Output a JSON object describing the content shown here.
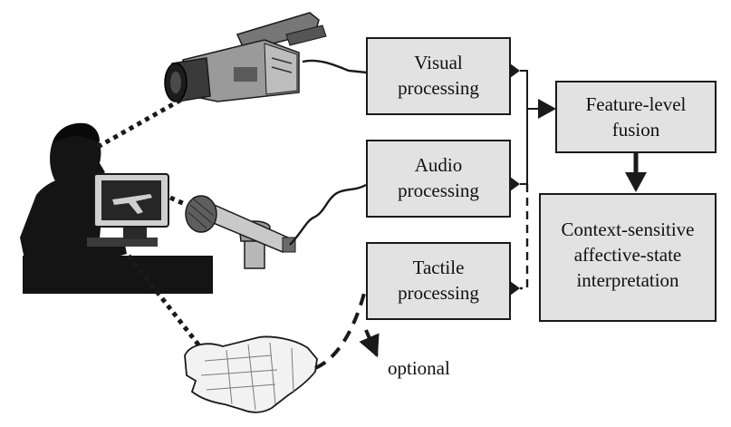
{
  "boxes": {
    "visual": [
      "Visual",
      "processing"
    ],
    "audio": [
      "Audio",
      "processing"
    ],
    "tactile": [
      "Tactile",
      "processing"
    ],
    "fusion": [
      "Feature-level",
      "fusion"
    ],
    "interpretation": [
      "Context-sensitive",
      "affective-state",
      "interpretation"
    ]
  },
  "labels": {
    "optional": "optional"
  },
  "illustrations": {
    "camera": "video-camera-icon",
    "microphone": "microphone-icon",
    "glove": "tactile-glove-icon",
    "user": "user-silhouette-at-computer"
  },
  "colors": {
    "box_fill": "#e2e2e2",
    "stroke": "#1a1a1a"
  }
}
